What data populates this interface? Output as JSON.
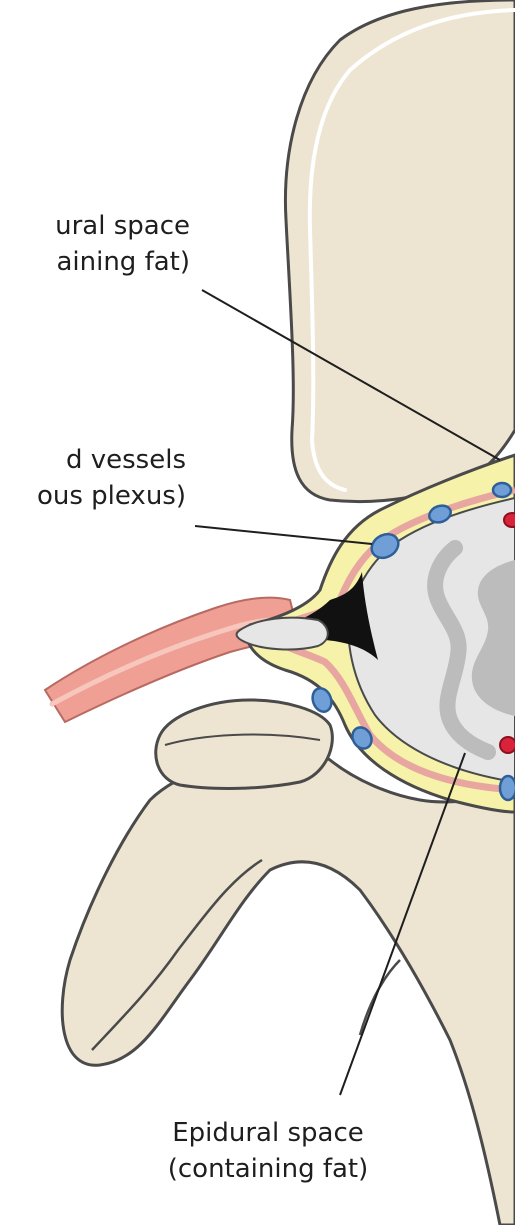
{
  "labels": {
    "epidural_top": {
      "line1": "ural space",
      "line2": "aining fat)"
    },
    "vessels": {
      "line1": "d vessels",
      "line2": "ous plexus)"
    },
    "epidural_bottom": {
      "line1": "Epidural space",
      "line2": "(containing fat)"
    }
  },
  "colors": {
    "bone": "#eee4d2",
    "bone_outline": "#4a4a4a",
    "fat": "#f6f2aa",
    "dura": "#e8a6a0",
    "nerve_root": "#ef9f93",
    "vein": "#6f9fd6",
    "artery": "#d8233a",
    "csf_space": "#e6e6e6",
    "cord": "#bcbcbc",
    "cavity": "#111111"
  }
}
